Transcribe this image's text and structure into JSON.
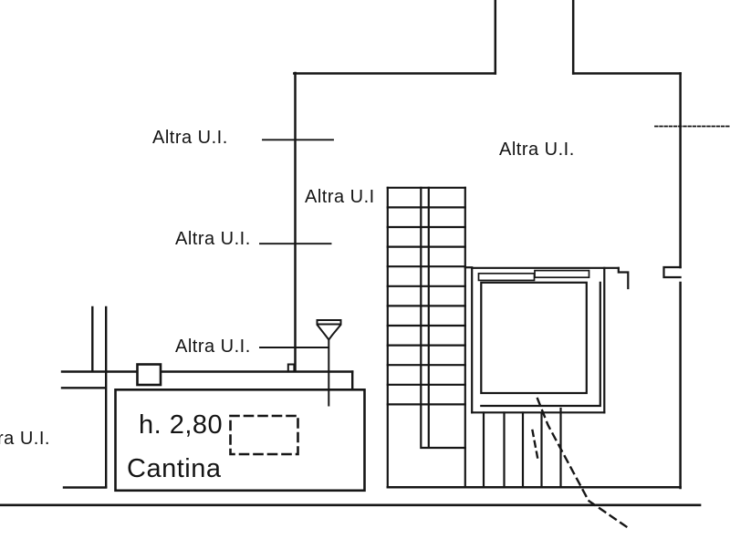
{
  "plan": {
    "type": "floor-plan-scan",
    "ink_color": "#161616",
    "background_color": "#ffffff",
    "labels": {
      "altra_ui_upper_left": "Altra U.I.",
      "altra_ui_mid_left": "Altra U.I.",
      "altra_ui_stairwell": "Altra U.I",
      "altra_ui_main_room": "Altra U.I.",
      "altra_ui_lower_left": "Altra U.I.",
      "altra_ui_edge_truncated": "ra U.I.",
      "ceiling_height": "h. 2,80",
      "room_name": "Cantina"
    }
  }
}
